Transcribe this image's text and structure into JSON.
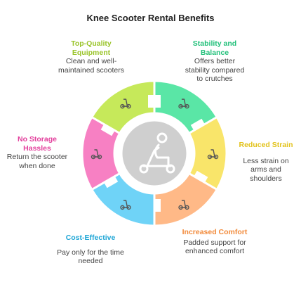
{
  "title": "Knee Scooter Rental Benefits",
  "segments": [
    {
      "key": "stability",
      "title": "Stability and Balance",
      "desc": "Offers better stability compared to crutches",
      "color": "#5ae6a6",
      "title_color": "#22c07a",
      "icon": "knee-scooter-wheel-icon"
    },
    {
      "key": "reduced-strain",
      "title": "Reduced Strain",
      "desc": "Less strain on arms and shoulders",
      "color": "#f9e56a",
      "title_color": "#e2c21a",
      "icon": "scooter-handle-icon"
    },
    {
      "key": "increased-comfort",
      "title": "Increased Comfort",
      "desc": "Padded support for enhanced comfort",
      "color": "#ffb987",
      "title_color": "#f28a3a",
      "icon": "nurse-icon"
    },
    {
      "key": "cost-effective",
      "title": "Cost-Effective",
      "desc": "Pay only for the time needed",
      "color": "#6fd3f7",
      "title_color": "#1fa6d6",
      "icon": "payment-person-icon"
    },
    {
      "key": "no-storage",
      "title": "No Storage Hassles",
      "desc": "Return the scooter when done",
      "color": "#f780c3",
      "title_color": "#e33f9c",
      "icon": "scooter-icon"
    },
    {
      "key": "top-quality",
      "title": "Top-Quality Equipment",
      "desc": "Clean and well-maintained scooters",
      "color": "#c6e95a",
      "title_color": "#9ac42a",
      "icon": "scooter-gears-icon"
    }
  ],
  "center_icon": "person-on-knee-scooter-icon"
}
